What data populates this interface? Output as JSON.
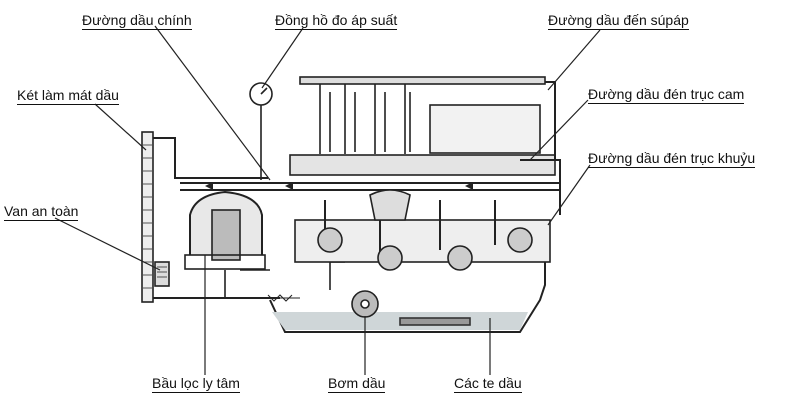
{
  "colors": {
    "ink": "#222222",
    "paper": "#ffffff",
    "sump_fill": "#cfd6d8",
    "part_fill": "#d9d9d9"
  },
  "labels": {
    "main_oil_line": "Đường dầu chính",
    "pressure_gauge": "Đồng hồ đo áp suất",
    "oil_to_valves": "Đường dầu đến súpáp",
    "oil_cooler": "Két làm mát dầu",
    "oil_to_camshaft": "Đường dầu đén trục cam",
    "oil_to_crankshaft": "Đường dầu đén trục khuỷu",
    "relief_valve": "Van an toàn",
    "centrifugal_filter": "Bầu lọc ly tâm",
    "oil_pump": "Bơm dầu",
    "oil_pan": "Các te dầu"
  }
}
